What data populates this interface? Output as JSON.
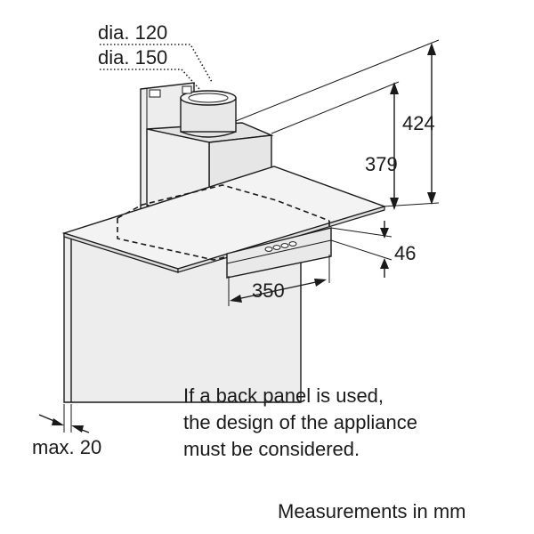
{
  "labels": {
    "dia_120": "dia. 120",
    "dia_150": "dia. 150",
    "height_424": "424",
    "height_379": "379",
    "depth_46": "46",
    "width_350": "350",
    "max_20": "max. 20"
  },
  "note": {
    "line1": "If a back panel is used,",
    "line2": "the design of the appliance",
    "line3": "must be considered."
  },
  "units": "Measurements in mm"
}
